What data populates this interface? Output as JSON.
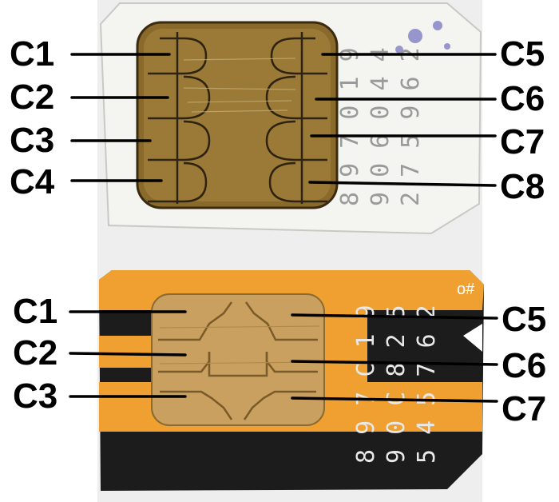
{
  "top_card": {
    "contacts_left": [
      "C1",
      "C2",
      "C3",
      "C4"
    ],
    "contacts_right": [
      "C5",
      "C6",
      "C7",
      "C8"
    ],
    "serial_lines": [
      "8 9 7 0 1 9",
      "9 0 6 0 4 4",
      "2 7 5 9 6 2"
    ],
    "card_color": "#f2f2ee",
    "chip_color": "#8a6a2a"
  },
  "bottom_card": {
    "contacts_left": [
      "C1",
      "C2",
      "C3"
    ],
    "contacts_right": [
      "C5",
      "C6",
      "C7"
    ],
    "serial_lines": [
      "8 9 7 C 1 9",
      "9 0 C 8 2 5",
      "5 4 5 7 6 2"
    ],
    "card_color": "#f0a030",
    "stripe_color": "#1c1c1c",
    "chip_color": "#c9a060"
  }
}
